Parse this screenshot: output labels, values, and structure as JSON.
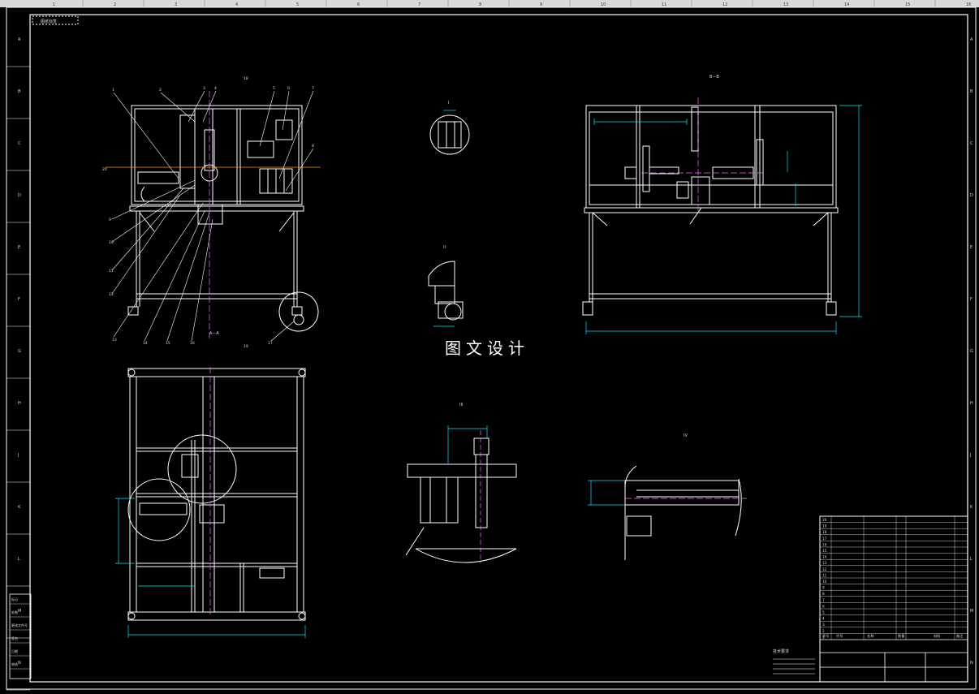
{
  "watermark_text": "图文设计",
  "drawing_tag": "图纸标签",
  "colors": {
    "background": "#000000",
    "frame": "#ffffff",
    "dimension": "#00e5ff",
    "centerline": "#ff66ff",
    "leader": "#ffffff",
    "title_text": "#dddddd"
  },
  "top_ruler_labels": [
    "1",
    "2",
    "3",
    "4",
    "5",
    "6",
    "7",
    "8",
    "9",
    "10",
    "11",
    "12",
    "13",
    "14",
    "15",
    "16"
  ],
  "side_ruler_labels": [
    "A",
    "B",
    "C",
    "D",
    "E",
    "F",
    "G",
    "H",
    "J",
    "K",
    "L",
    "M",
    "N"
  ],
  "section_marks": {
    "front_view": "A—A",
    "side_view": "B—B",
    "detail_i": "I",
    "detail_ii": "II",
    "detail_iii": "III",
    "detail_iv": "IV"
  },
  "callout_numbers": [
    "1",
    "2",
    "3",
    "4",
    "5",
    "6",
    "7",
    "8",
    "9",
    "10",
    "11",
    "12",
    "13",
    "14",
    "15",
    "16",
    "17",
    "18",
    "19",
    "20"
  ],
  "bom_rows": [
    "20",
    "19",
    "18",
    "17",
    "16",
    "15",
    "14",
    "13",
    "12",
    "11",
    "10",
    "9",
    "8",
    "7",
    "6",
    "5",
    "4",
    "3",
    "2",
    "1"
  ],
  "title_block": {
    "header": [
      "序号",
      "代号",
      "名称",
      "数量",
      "材料",
      "备注"
    ],
    "notes_title": "技术要求"
  },
  "left_block_labels": [
    "标记",
    "处数",
    "更改文件号",
    "签名",
    "日期",
    "审核"
  ]
}
